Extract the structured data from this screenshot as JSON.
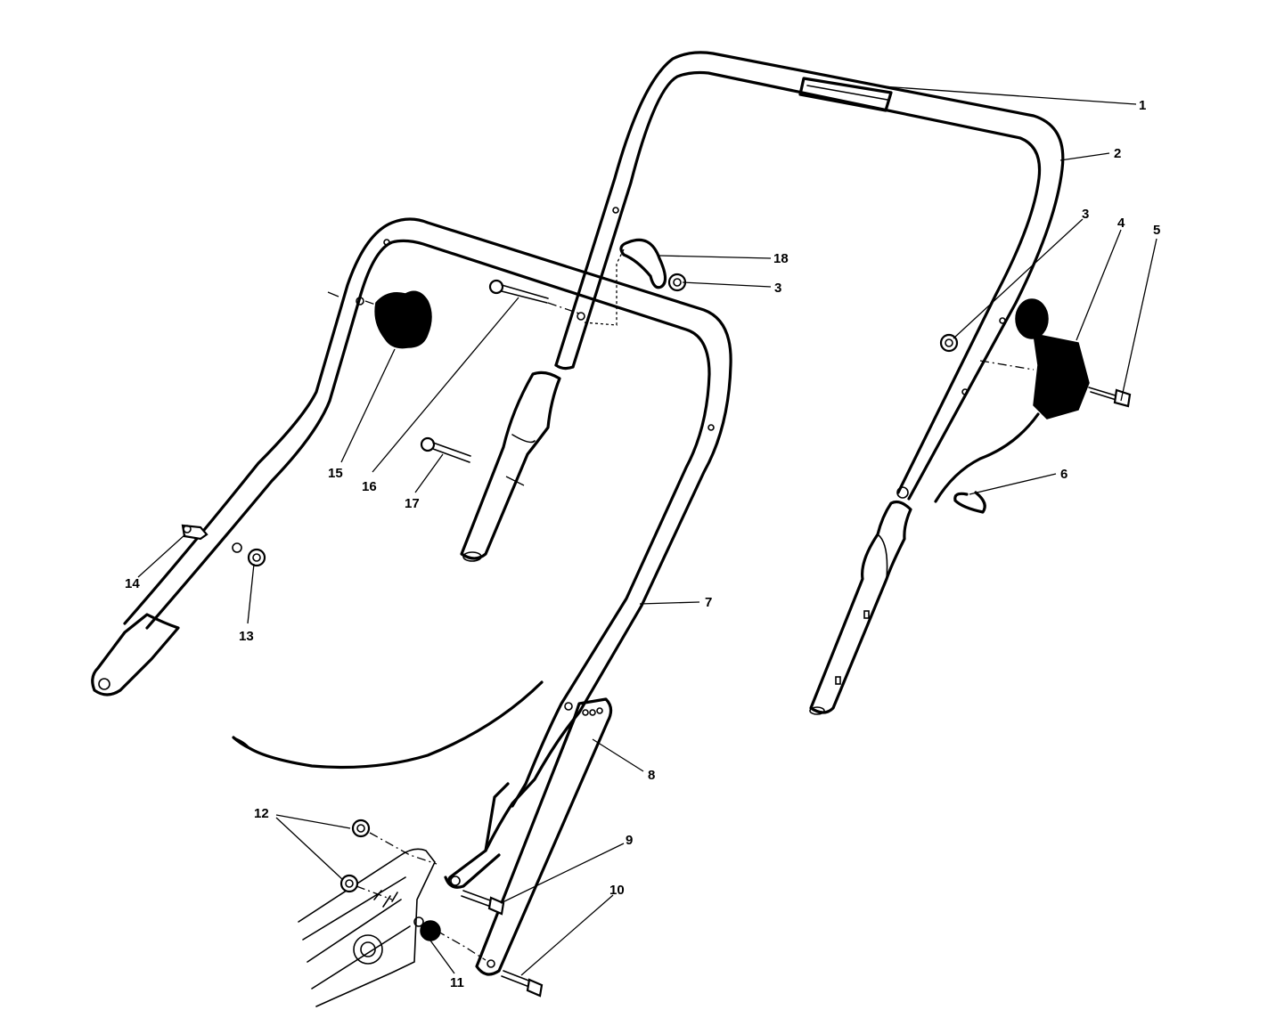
{
  "callouts": [
    {
      "id": "c1",
      "text": "1"
    },
    {
      "id": "c2",
      "text": "2"
    },
    {
      "id": "c3a",
      "text": "3"
    },
    {
      "id": "c3b",
      "text": "3"
    },
    {
      "id": "c4",
      "text": "4"
    },
    {
      "id": "c5",
      "text": "5"
    },
    {
      "id": "c6",
      "text": "6"
    },
    {
      "id": "c7",
      "text": "7"
    },
    {
      "id": "c8",
      "text": "8"
    },
    {
      "id": "c9",
      "text": "9"
    },
    {
      "id": "c10",
      "text": "10"
    },
    {
      "id": "c11",
      "text": "11"
    },
    {
      "id": "c12",
      "text": "12"
    },
    {
      "id": "c13",
      "text": "13"
    },
    {
      "id": "c14",
      "text": "14"
    },
    {
      "id": "c15",
      "text": "15"
    },
    {
      "id": "c16",
      "text": "16"
    },
    {
      "id": "c17",
      "text": "17"
    },
    {
      "id": "c18",
      "text": "18"
    }
  ]
}
